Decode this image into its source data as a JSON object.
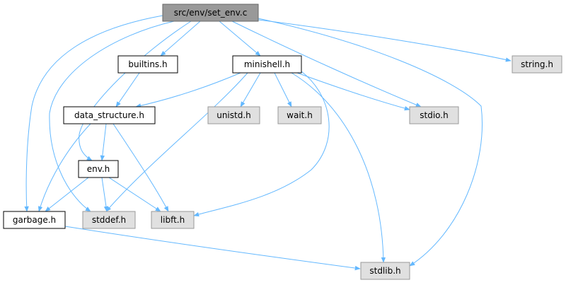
{
  "colors": {
    "edge": "#63b8ff",
    "root_fill": "#999999",
    "root_stroke": "#666666",
    "local_fill": "#ffffff",
    "local_stroke": "#000000",
    "system_fill": "#e0e0e0",
    "system_stroke": "#999999"
  },
  "nodes": {
    "set_env_c": {
      "label": "src/env/set_env.c",
      "kind": "root"
    },
    "builtins_h": {
      "label": "builtins.h",
      "kind": "local"
    },
    "minishell_h": {
      "label": "minishell.h",
      "kind": "local"
    },
    "string_h": {
      "label": "string.h",
      "kind": "system"
    },
    "data_structure_h": {
      "label": "data_structure.h",
      "kind": "local"
    },
    "unistd_h": {
      "label": "unistd.h",
      "kind": "system"
    },
    "wait_h": {
      "label": "wait.h",
      "kind": "system"
    },
    "stdio_h": {
      "label": "stdio.h",
      "kind": "system"
    },
    "env_h": {
      "label": "env.h",
      "kind": "local"
    },
    "garbage_h": {
      "label": "garbage.h",
      "kind": "local"
    },
    "stddef_h": {
      "label": "stddef.h",
      "kind": "system"
    },
    "libft_h": {
      "label": "libft.h",
      "kind": "system"
    },
    "stdlib_h": {
      "label": "stdlib.h",
      "kind": "system"
    }
  },
  "edges": [
    [
      "set_env_c",
      "builtins_h"
    ],
    [
      "set_env_c",
      "minishell_h"
    ],
    [
      "set_env_c",
      "string_h"
    ],
    [
      "set_env_c",
      "stdio_h"
    ],
    [
      "set_env_c",
      "stdlib_h"
    ],
    [
      "set_env_c",
      "env_h"
    ],
    [
      "set_env_c",
      "garbage_h"
    ],
    [
      "set_env_c",
      "stddef_h"
    ],
    [
      "builtins_h",
      "data_structure_h"
    ],
    [
      "minishell_h",
      "data_structure_h"
    ],
    [
      "minishell_h",
      "unistd_h"
    ],
    [
      "minishell_h",
      "wait_h"
    ],
    [
      "minishell_h",
      "stdio_h"
    ],
    [
      "minishell_h",
      "stddef_h"
    ],
    [
      "minishell_h",
      "libft_h"
    ],
    [
      "minishell_h",
      "stdlib_h"
    ],
    [
      "data_structure_h",
      "env_h"
    ],
    [
      "data_structure_h",
      "garbage_h"
    ],
    [
      "data_structure_h",
      "libft_h"
    ],
    [
      "env_h",
      "garbage_h"
    ],
    [
      "env_h",
      "stddef_h"
    ],
    [
      "env_h",
      "libft_h"
    ],
    [
      "garbage_h",
      "stdlib_h"
    ]
  ]
}
